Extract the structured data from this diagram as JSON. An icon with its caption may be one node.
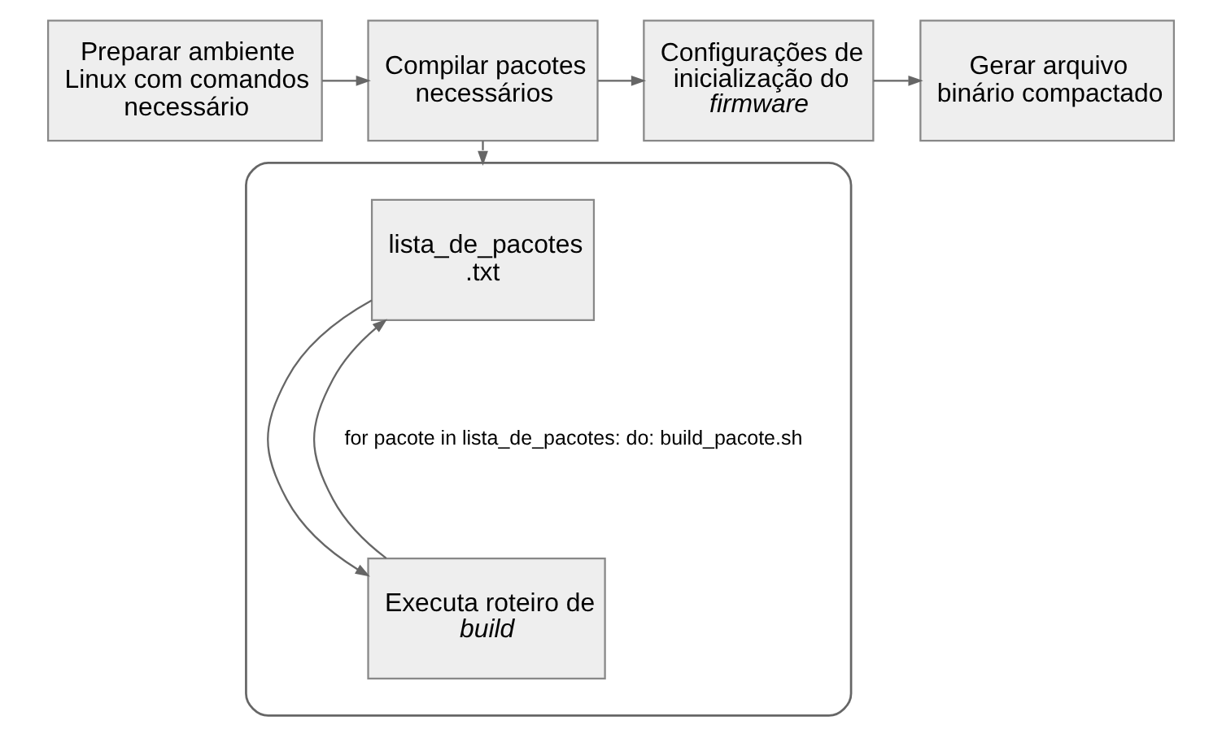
{
  "diagram": {
    "nodes": [
      {
        "text": [
          "Preparar ambiente Linux com comandos necessário"
        ]
      },
      {
        "text": [
          "Compilar pacotes necessários"
        ]
      },
      {
        "text": [
          "Configurações de inicialização do *firmware*"
        ]
      },
      {
        "text": [
          "Gerar arquivo binário compactado"
        ]
      },
      {
        "text": [],
        "shape": "box"
      },
      {
        "text": [
          "lista_de_pacotes .txt"
        ],
        "in": 4
      },
      {
        "text": [
          "Executa roteiro de *build*"
        ],
        "in": 4
      }
    ],
    "edges": [
      {
        "from": 0,
        "to": 1,
        "arrow": "to"
      },
      {
        "from": 1,
        "to": 2,
        "arrow": "to"
      },
      {
        "from": 2,
        "to": 3,
        "arrow": "to"
      },
      {
        "from": 1,
        "to": 4,
        "arrow": "to",
        "style": "dashed"
      },
      {
        "from": 5,
        "to": 6,
        "arrow": "to"
      },
      {
        "from": 6,
        "to": 5,
        "arrow": "to"
      }
    ],
    "labels": [
      "for pacote in lista_de_pacotes: do: build_pacote.sh"
    ]
  }
}
